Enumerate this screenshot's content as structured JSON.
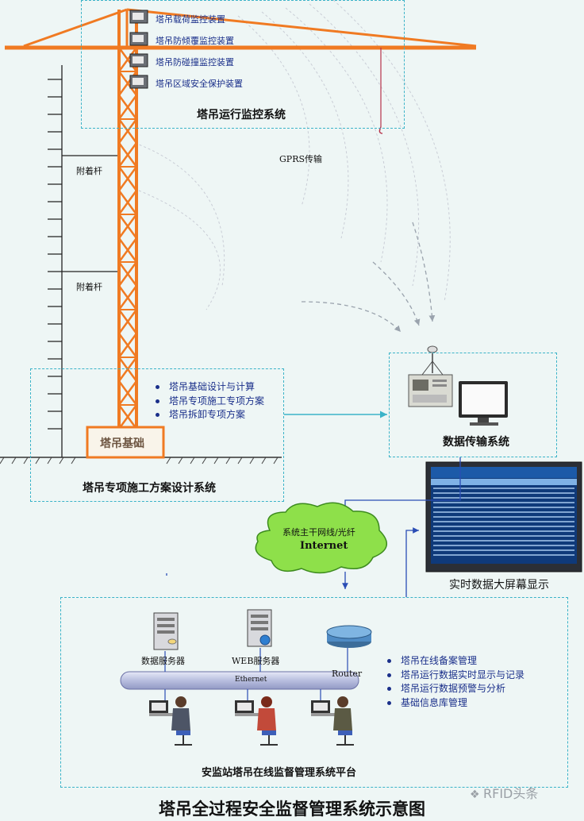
{
  "crane_devices": [
    "塔吊载荷监控装置",
    "塔吊防倾覆监控装置",
    "塔吊防碰撞监控装置",
    "塔吊区域安全保护装置"
  ],
  "operation_system_label": "塔吊运行监控系统",
  "gprs_label": "GPRS传输",
  "tie_rod_labels": [
    "附着杆",
    "附着杆"
  ],
  "foundation_label": "塔吊基础",
  "design_items": [
    "塔吊基础设计与计算",
    "塔吊专项施工专项方案",
    "塔吊拆卸专项方案"
  ],
  "design_system_label": "塔吊专项施工方案设计系统",
  "data_transmission_label": "数据传输系统",
  "network_cloud": {
    "line1": "系统主干网线/光纤",
    "line2": "Internet"
  },
  "big_screen_label": "实时数据大屏幕显示",
  "servers": {
    "data_server": "数据服务器",
    "web_server": "WEB服务器",
    "router": "Router",
    "ethernet": "Ethernet"
  },
  "platform_items": [
    "塔吊在线备案管理",
    "塔吊运行数据实时显示与记录",
    "塔吊运行数据预警与分析",
    "基础信息库管理"
  ],
  "platform_label": "安监站塔吊在线监督管理系统平台",
  "diagram_title": "塔吊全过程安全监督管理系统示意图",
  "watermark": "RFID头条",
  "colors": {
    "crane": "#f07a22",
    "dashed_border": "#3bb3c8",
    "cloud": "#8ee04a",
    "text_blue": "#1a2f8a"
  }
}
